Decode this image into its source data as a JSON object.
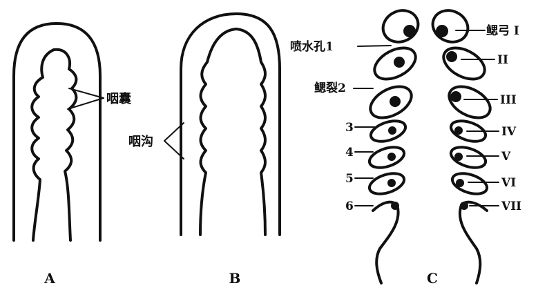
{
  "panels": {
    "a": {
      "letter": "A",
      "label_pouch": "咽囊"
    },
    "b": {
      "letter": "B",
      "label_groove": "咽沟"
    },
    "c": {
      "letter": "C",
      "left_labels": [
        "喷水孔1",
        "鳃裂2",
        "3",
        "4",
        "5",
        "6"
      ],
      "right_labels": [
        "鳃弓 I",
        "II",
        "III",
        "IV",
        "V",
        "VI",
        "VII"
      ]
    }
  }
}
